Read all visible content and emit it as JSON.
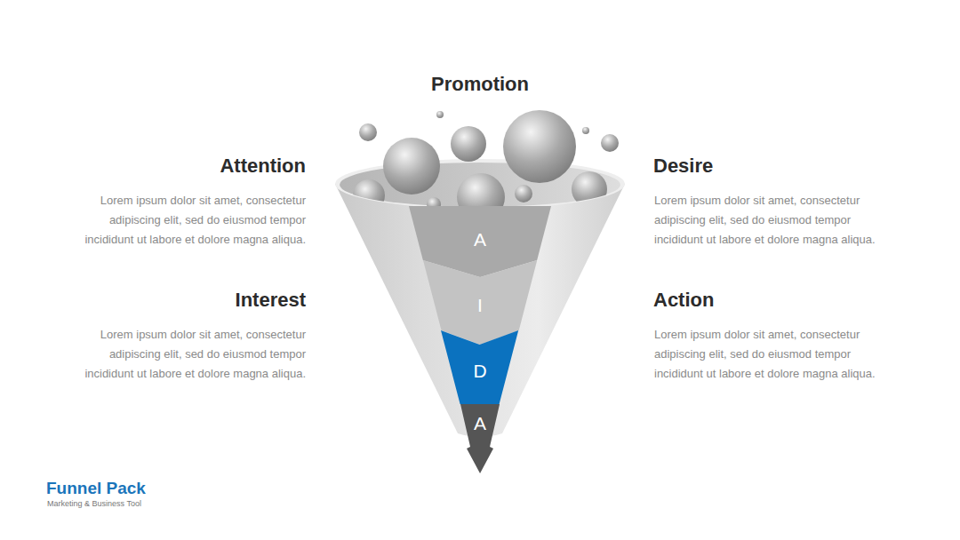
{
  "diagram": {
    "title": "Promotion",
    "nodes": [
      {
        "text": [
          "A"
        ]
      },
      {
        "text": [
          "I"
        ]
      },
      {
        "text": [
          "D"
        ]
      },
      {
        "text": [
          "A"
        ]
      }
    ],
    "labels": [
      "Attention",
      "Lorem ipsum dolor sit amet, consectetur adipiscing elit, sed do eiusmod tempor incididunt ut labore et dolore magna aliqua.",
      "Desire",
      "Lorem ipsum dolor sit amet, consectetur adipiscing elit, sed do eiusmod tempor incididunt ut labore et dolore magna aliqua.",
      "Interest",
      "Lorem ipsum dolor sit amet, consectetur adipiscing elit, sed do eiusmod tempor incididunt ut labore et dolore magna aliqua.",
      "Action",
      "Lorem ipsum dolor sit amet, consectetur adipiscing elit, sed do eiusmod tempor incididunt ut labore et dolore magna aliqua.",
      "Funnel Pack",
      "Marketing & Business Tool"
    ]
  }
}
